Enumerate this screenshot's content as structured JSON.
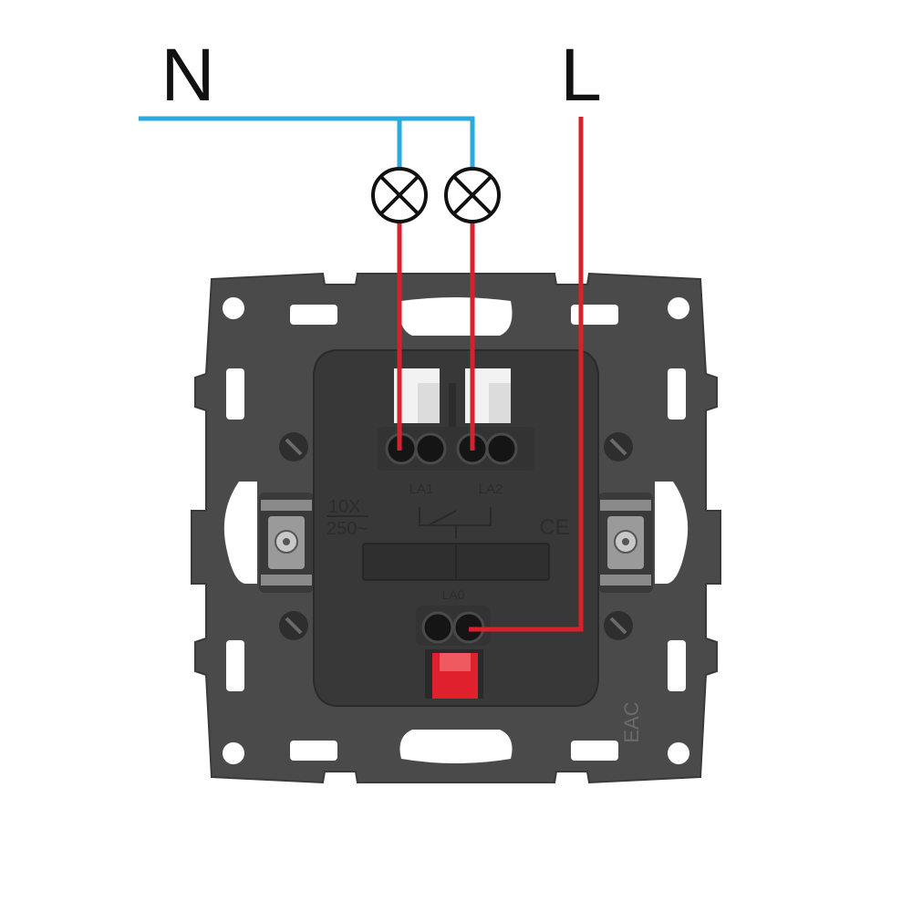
{
  "labels": {
    "neutral": "N",
    "line": "L"
  },
  "terminals": {
    "la1": "LA1",
    "la2": "LA2",
    "la0": "LA0"
  },
  "rating": {
    "current": "10X",
    "voltage": "250~"
  },
  "marks": {
    "ce": "CE",
    "eac": "EAC"
  },
  "colors": {
    "neutral_wire": "#2aa9dd",
    "line_wire": "#d8212a",
    "plate": "#4a4a4a",
    "housing": "#383838",
    "release_button": "#e0202c"
  },
  "icons": {
    "lamp_1": "lamp-icon",
    "lamp_2": "lamp-icon"
  }
}
